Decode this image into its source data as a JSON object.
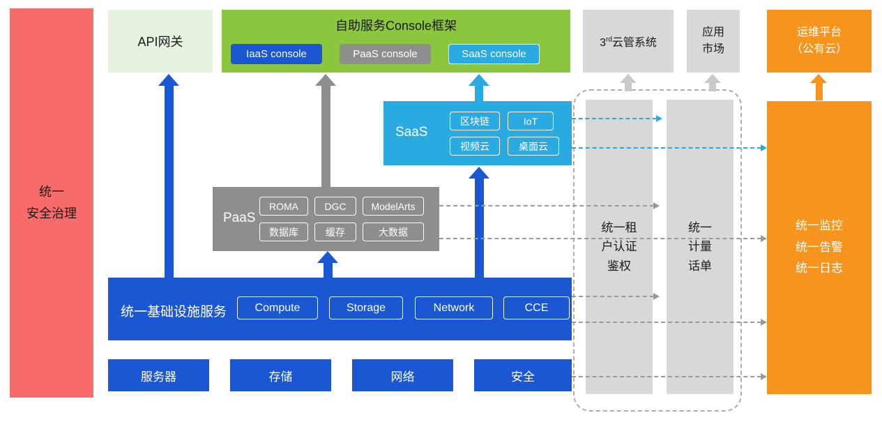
{
  "colors": {
    "red": "#F86B6B",
    "pale_green": "#E5F2E0",
    "green": "#8CC63E",
    "blue": "#1B57D2",
    "cyan": "#29ABE2",
    "gray": "#8E8E8E",
    "light_gray": "#D8D8D8",
    "orange": "#F7941E"
  },
  "security": {
    "label": "统一\n安全治理"
  },
  "api_gateway": {
    "label": "API网关"
  },
  "console": {
    "title": "自助服务Console框架",
    "iaas": "IaaS console",
    "paas": "PaaS console",
    "saas": "SaaS console"
  },
  "third_party": {
    "num": "3",
    "sup": "rd",
    "text": "云管系统"
  },
  "app_market": {
    "label": "应用\n市场"
  },
  "ops_platform": {
    "label": "运维平台\n（公有云）"
  },
  "saas": {
    "label": "SaaS",
    "items": [
      "区块链",
      "IoT",
      "视频云",
      "桌面云"
    ]
  },
  "paas": {
    "label": "PaaS",
    "items": [
      "ROMA",
      "DGC",
      "ModelArts",
      "数据库",
      "缓存",
      "大数据"
    ]
  },
  "iaas": {
    "label": "统一基础设施服务",
    "items": [
      "Compute",
      "Storage",
      "Network",
      "CCE"
    ]
  },
  "infra": {
    "items": [
      "服务器",
      "存储",
      "网络",
      "安全"
    ]
  },
  "auth": {
    "label": "统一租\n户认证\n鉴权"
  },
  "metering": {
    "label": "统一\n计量\n话单"
  },
  "monitoring": {
    "label": "统一监控\n统一告警\n统一日志"
  }
}
